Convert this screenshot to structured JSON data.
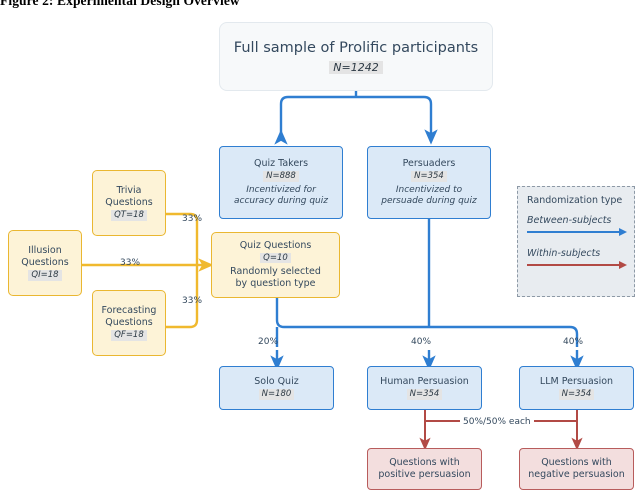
{
  "figure": {
    "title": "Figure 2: Experimental Design Overview"
  },
  "colors": {
    "blue_border": "#2f7ed1",
    "blue_fill": "#dbe9f7",
    "yellow_border": "#eab731",
    "yellow_fill": "#fdf3d7",
    "red_border": "#b85c5c",
    "red_fill": "#f3dede",
    "root_fill": "#f7f9fa",
    "legend_fill": "#e8ecf0",
    "text": "#34495e"
  },
  "nodes": {
    "root": {
      "title": "Full sample of Prolific participants",
      "n": "N=1242"
    },
    "quiz_takers": {
      "title": "Quiz Takers",
      "n": "N=888",
      "sub_line1": "Incentivized for",
      "sub_line2": "accuracy during quiz"
    },
    "persuaders": {
      "title": "Persuaders",
      "n": "N=354",
      "sub_line1": "Incentivized to",
      "sub_line2": "persuade during quiz"
    },
    "trivia": {
      "title_line1": "Trivia",
      "title_line2": "Questions",
      "n": "QT=18"
    },
    "illusion": {
      "title_line1": "Illusion",
      "title_line2": "Questions",
      "n": "QI=18"
    },
    "forecasting": {
      "title_line1": "Forecasting",
      "title_line2": "Questions",
      "n": "QF=18"
    },
    "quiz_questions": {
      "title": "Quiz Questions",
      "n": "Q=10",
      "sub_line1": "Randomly selected",
      "sub_line2": "by question type"
    },
    "solo_quiz": {
      "title": "Solo Quiz",
      "n": "N=180"
    },
    "human_persuasion": {
      "title": "Human Persuasion",
      "n": "N=354"
    },
    "llm_persuasion": {
      "title": "LLM Persuasion",
      "n": "N=354"
    },
    "positive_persuasion": {
      "title_line1": "Questions with",
      "title_line2": "positive persuasion"
    },
    "negative_persuasion": {
      "title_line1": "Questions with",
      "title_line2": "negative persuasion"
    }
  },
  "edge_labels": {
    "trivia_share": "33%",
    "illusion_share": "33%",
    "forecasting_share": "33%",
    "solo_quiz_share": "20%",
    "human_persuasion_share": "40%",
    "llm_persuasion_share": "40%",
    "persuasion_split": "50%/50% each"
  },
  "legend": {
    "title": "Randomization type",
    "between_label": "Between-subjects",
    "within_label": "Within-subjects",
    "between_color": "#2f7ed1",
    "within_color": "#b24a45"
  }
}
